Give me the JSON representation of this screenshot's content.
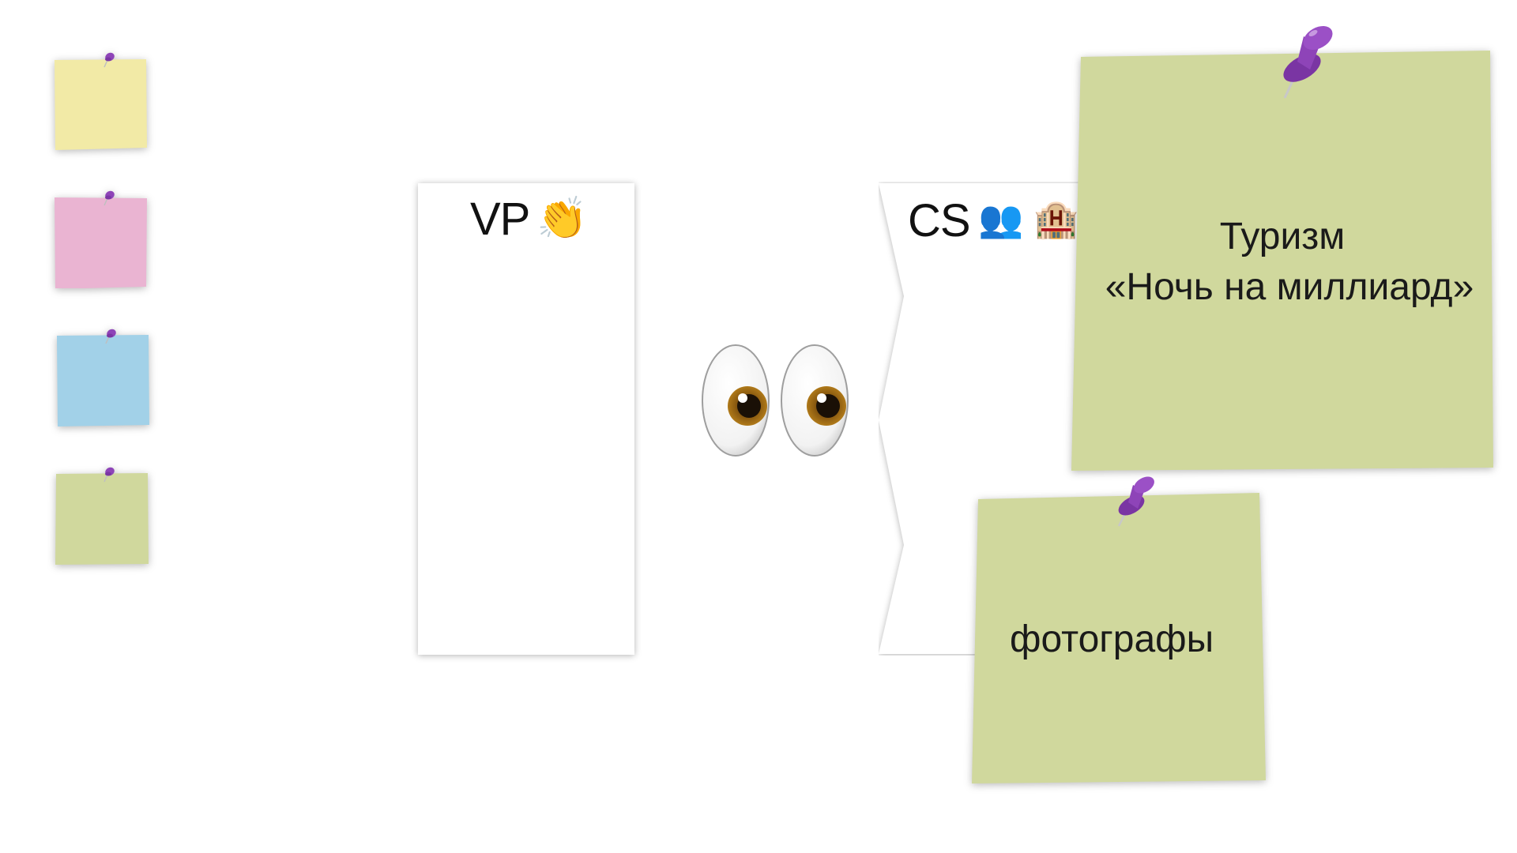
{
  "colors": {
    "yellow_note": "#f2eaa6",
    "pink_note": "#eab4d2",
    "blue_note": "#a2d1e8",
    "green_note": "#d0d89d",
    "pin_purple": "#8e44b8"
  },
  "palette": {
    "items": [
      {
        "color_name": "yellow"
      },
      {
        "color_name": "pink"
      },
      {
        "color_name": "blue"
      },
      {
        "color_name": "green"
      }
    ]
  },
  "cards": {
    "vp": {
      "title": "VP",
      "icon": "clapping-hands-icon",
      "emoji": "👏"
    },
    "cs": {
      "title": "CS",
      "icons": [
        "people-icon",
        "hotel-icon"
      ],
      "emoji_1": "👥",
      "emoji_2": "🏨"
    }
  },
  "connector": {
    "icon": "eyes-icon",
    "emoji": "👀"
  },
  "notes": {
    "tourism": {
      "line1": "Туризм",
      "line2": "«Ночь на миллиард»"
    },
    "photographers": {
      "text": "фотографы"
    }
  }
}
